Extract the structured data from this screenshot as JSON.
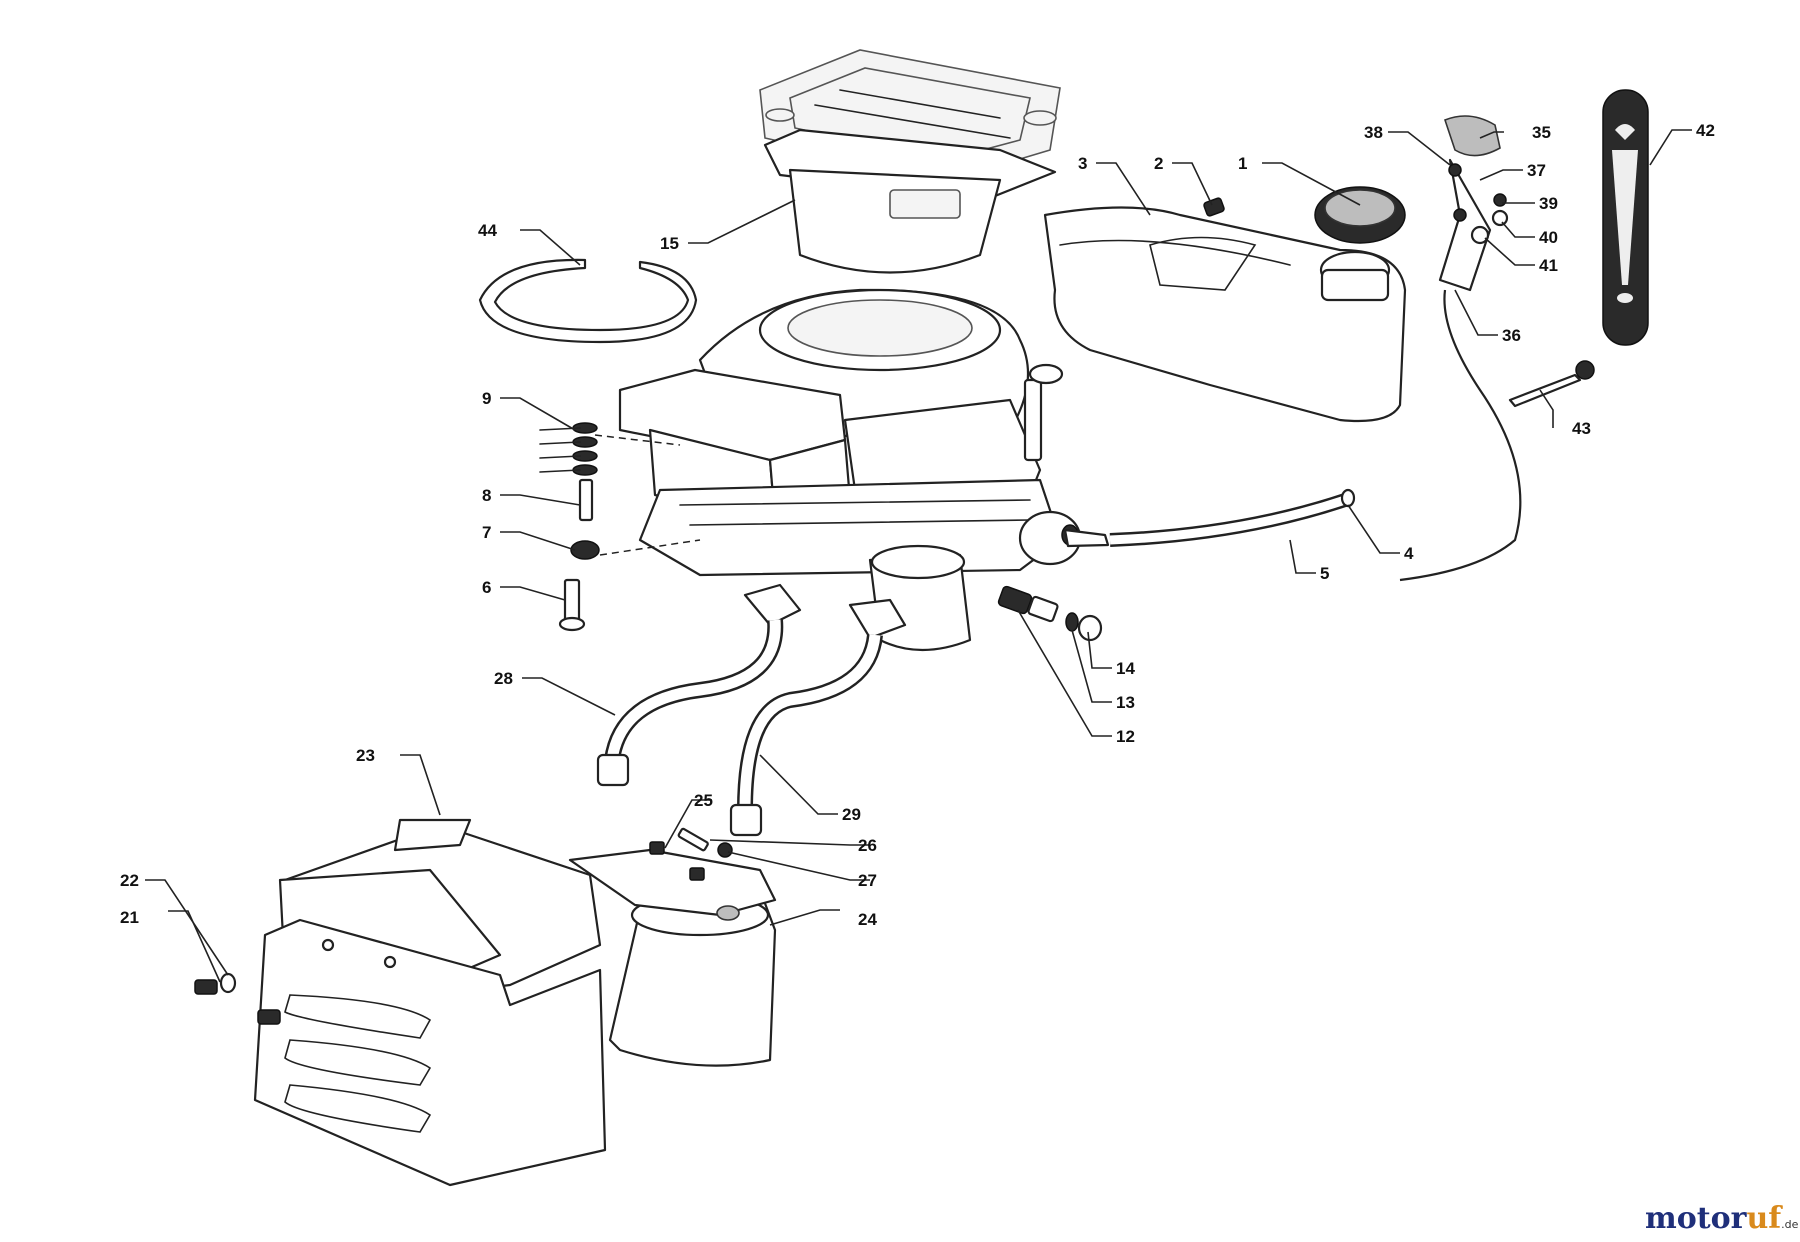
{
  "diagram": {
    "type": "exploded-parts-diagram",
    "callouts": [
      "1",
      "2",
      "3",
      "4",
      "5",
      "6",
      "7",
      "8",
      "9",
      "12",
      "13",
      "14",
      "15",
      "21",
      "22",
      "23",
      "24",
      "25",
      "26",
      "27",
      "28",
      "29",
      "35",
      "36",
      "37",
      "38",
      "39",
      "40",
      "41",
      "42",
      "43",
      "44"
    ]
  },
  "watermark": {
    "brand_part1": "motor",
    "brand_part2": "uf",
    "suffix": ".de"
  }
}
